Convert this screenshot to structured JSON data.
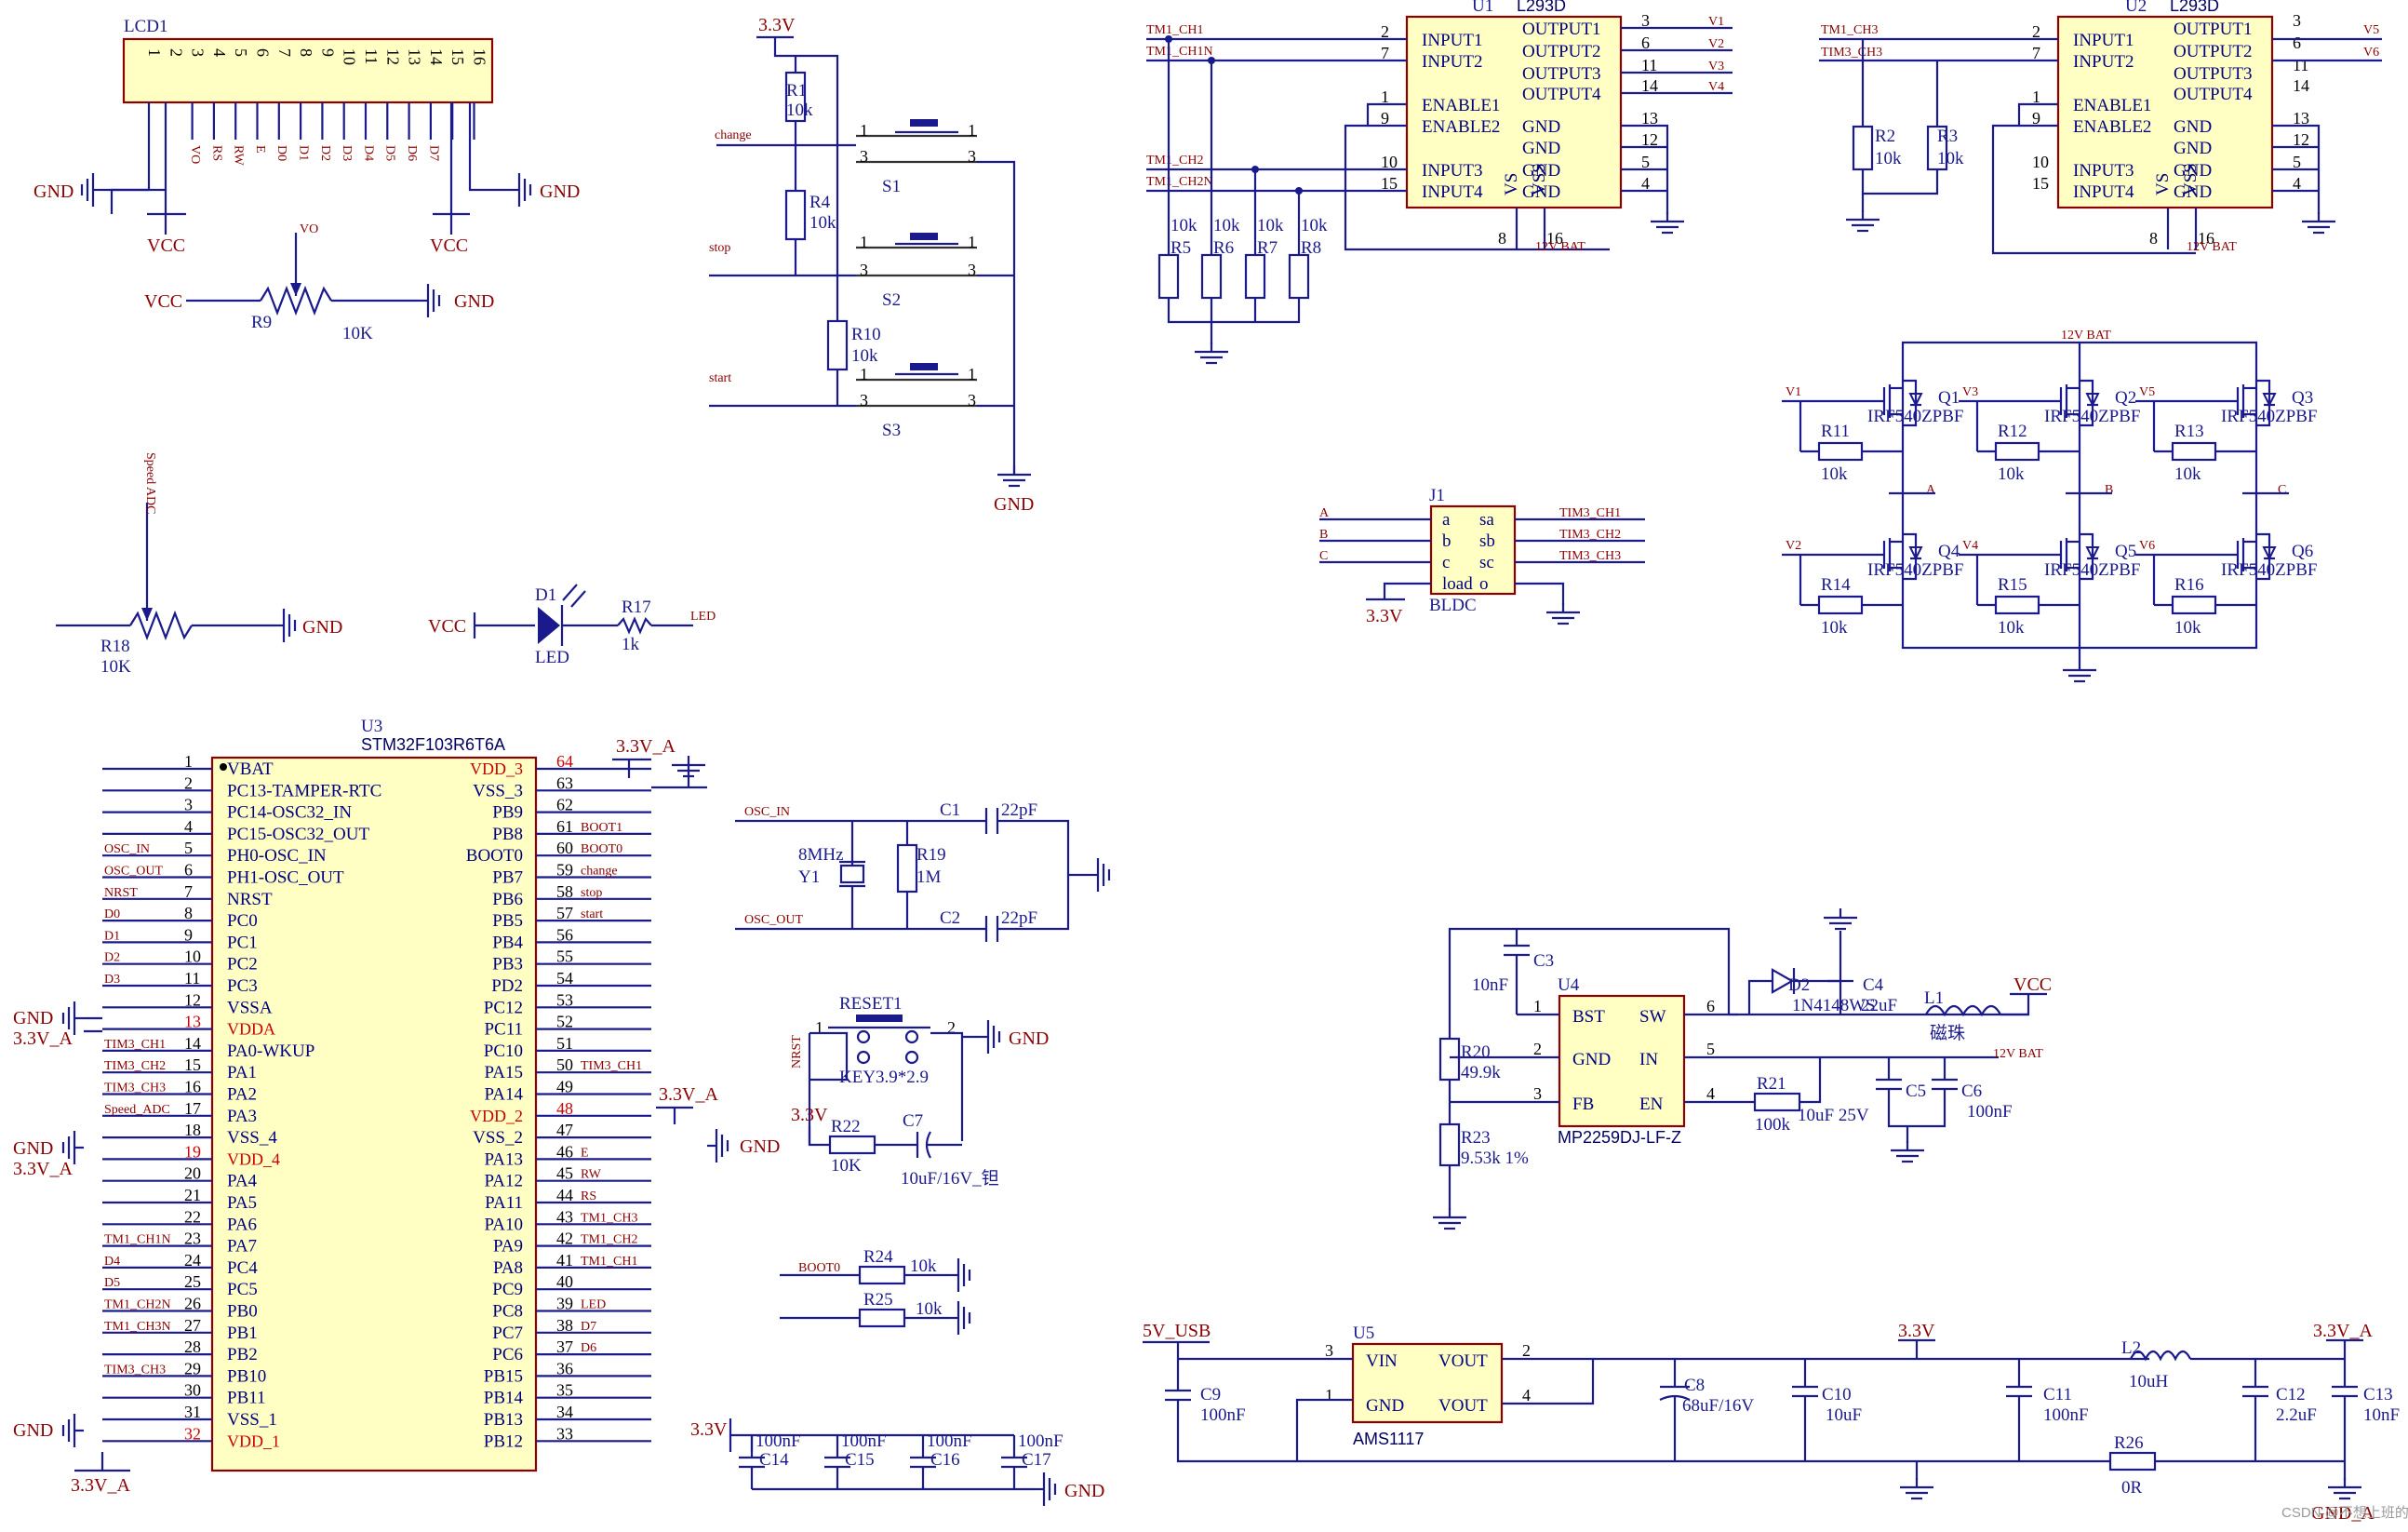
{
  "lcd": {
    "ref": "LCD1",
    "pins": [
      "1",
      "2",
      "3",
      "4",
      "5",
      "6",
      "7",
      "8",
      "9",
      "10",
      "11",
      "12",
      "13",
      "14",
      "15",
      "16"
    ],
    "signals": [
      "VO",
      "RS",
      "RW",
      "E",
      "D0",
      "D1",
      "D2",
      "D3",
      "D4",
      "D5",
      "D6",
      "D7"
    ],
    "gnd": "GND",
    "vcc": "VCC"
  },
  "r9": {
    "ref": "R9",
    "val": "10K",
    "vo": "VO",
    "vcc": "VCC",
    "gnd": "GND"
  },
  "r18": {
    "ref": "R18",
    "val": "10K",
    "net": "Speed ADC",
    "gnd": "GND"
  },
  "led": {
    "vcc": "VCC",
    "ref": "D1",
    "name": "LED",
    "rref": "R17",
    "rval": "1k",
    "net": "LED"
  },
  "buttons": {
    "pwr": "3.3V",
    "r1": "R1",
    "r1v": "10k",
    "r4": "R4",
    "r4v": "10k",
    "r10": "R10",
    "r10v": "10k",
    "n1": "change",
    "n2": "stop",
    "n3": "start",
    "s1": "S1",
    "s2": "S2",
    "s3": "S3",
    "gnd": "GND"
  },
  "u1": {
    "ref": "U1",
    "part": "L293D",
    "left": [
      "INPUT1",
      "INPUT2",
      "ENABLE1",
      "ENABLE2",
      "INPUT3",
      "INPUT4"
    ],
    "right": [
      "OUTPUT1",
      "OUTPUT2",
      "OUTPUT3",
      "OUTPUT4",
      "GND",
      "GND",
      "GND",
      "GND"
    ],
    "lnum": [
      "2",
      "7",
      "1",
      "9",
      "10",
      "15"
    ],
    "rnum": [
      "3",
      "6",
      "11",
      "14",
      "13",
      "12",
      "5",
      "4"
    ],
    "vs": "VS",
    "vss": "VSS",
    "p8": "8",
    "p16": "16",
    "bat": "12V BAT",
    "in": [
      "TM1_CH1",
      "TM1_CH1N",
      "TM1_CH2",
      "TM1_CH2N"
    ],
    "out": [
      "V1",
      "V2",
      "V3",
      "V4"
    ],
    "rs": [
      "R5",
      "R6",
      "R7",
      "R8"
    ],
    "rv": "10k"
  },
  "u2": {
    "ref": "U2",
    "part": "L293D",
    "in": [
      "TM1_CH3",
      "TIM3_CH3"
    ],
    "out": [
      "V5",
      "V6"
    ],
    "r2": "R2",
    "r2v": "10k",
    "r3": "R3",
    "r3v": "10k",
    "bat": "12V BAT"
  },
  "bridge": {
    "bat": "12V BAT",
    "qs": [
      "Q1",
      "Q2",
      "Q3",
      "Q4",
      "Q5",
      "Q6"
    ],
    "mos": "IRF540ZPBF",
    "v": [
      "V1",
      "V3",
      "V5",
      "V2",
      "V4",
      "V6"
    ],
    "rs": [
      "R11",
      "R12",
      "R13",
      "R14",
      "R15",
      "R16"
    ],
    "rv": "10k",
    "phases": [
      "A",
      "B",
      "C"
    ]
  },
  "j1": {
    "ref": "J1",
    "name": "BLDC",
    "left": [
      "a",
      "b",
      "c",
      "load"
    ],
    "right": [
      "sa",
      "sb",
      "sc",
      "o"
    ],
    "lnets": [
      "A",
      "B",
      "C"
    ],
    "rnets": [
      "TIM3_CH1",
      "TIM3_CH2",
      "TIM3_CH3"
    ],
    "pwr": "3.3V"
  },
  "u3": {
    "ref": "U3",
    "part": "STM32F103R6T6A",
    "lnum": [
      "1",
      "2",
      "3",
      "4",
      "5",
      "6",
      "7",
      "8",
      "9",
      "10",
      "11",
      "12",
      "13",
      "14",
      "15",
      "16",
      "17",
      "18",
      "19",
      "20",
      "21",
      "22",
      "23",
      "24",
      "25",
      "26",
      "27",
      "28",
      "29",
      "30",
      "31",
      "32"
    ],
    "lname": [
      "VBAT",
      "PC13-TAMPER-RTC",
      "PC14-OSC32_IN",
      "PC15-OSC32_OUT",
      "PH0-OSC_IN",
      "PH1-OSC_OUT",
      "NRST",
      "PC0",
      "PC1",
      "PC2",
      "PC3",
      "VSSA",
      "VDDA",
      "PA0-WKUP",
      "PA1",
      "PA2",
      "PA3",
      "VSS_4",
      "VDD_4",
      "PA4",
      "PA5",
      "PA6",
      "PA7",
      "PC4",
      "PC5",
      "PB0",
      "PB1",
      "PB2",
      "PB10",
      "PB11",
      "VSS_1",
      "VDD_1"
    ],
    "lnet": [
      "",
      "",
      "",
      "",
      "OSC_IN",
      "OSC_OUT",
      "NRST",
      "D0",
      "D1",
      "D2",
      "D3",
      "",
      "",
      "TIM3_CH1",
      "TIM3_CH2",
      "TIM3_CH3",
      "Speed_ADC",
      "",
      "",
      "",
      "",
      "",
      "TM1_CH1N",
      "D4",
      "D5",
      "TM1_CH2N",
      "TM1_CH3N",
      "",
      "TIM3_CH3",
      "",
      "",
      ""
    ],
    "rnum": [
      "64",
      "63",
      "62",
      "61",
      "60",
      "59",
      "58",
      "57",
      "56",
      "55",
      "54",
      "53",
      "52",
      "51",
      "50",
      "49",
      "48",
      "47",
      "46",
      "45",
      "44",
      "43",
      "42",
      "41",
      "40",
      "39",
      "38",
      "37",
      "36",
      "35",
      "34",
      "33"
    ],
    "rname": [
      "VDD_3",
      "VSS_3",
      "PB9",
      "PB8",
      "BOOT0",
      "PB7",
      "PB6",
      "PB5",
      "PB4",
      "PB3",
      "PD2",
      "PC12",
      "PC11",
      "PC10",
      "PA15",
      "PA14",
      "VDD_2",
      "VSS_2",
      "PA13",
      "PA12",
      "PA11",
      "PA10",
      "PA9",
      "PA8",
      "PC9",
      "PC8",
      "PC7",
      "PC6",
      "PB15",
      "PB14",
      "PB13",
      "PB12"
    ],
    "rnet": [
      "",
      "",
      "",
      "BOOT1",
      "BOOT0",
      "change",
      "stop",
      "start",
      "",
      "",
      "",
      "",
      "",
      "",
      "TIM3_CH1",
      "",
      "",
      "",
      "E",
      "RW",
      "RS",
      "TM1_CH3",
      "TM1_CH2",
      "TM1_CH1",
      "",
      "LED",
      "D7",
      "D6",
      "",
      "",
      "",
      ""
    ],
    "pwr33a": "3.3V_A",
    "gnd": "GND"
  },
  "osc": {
    "in": "OSC_IN",
    "out": "OSC_OUT",
    "c1": "C1",
    "c2": "C2",
    "cv": "22pF",
    "y": "Y1",
    "yv": "8MHz",
    "r": "R19",
    "rv": "1M"
  },
  "reset": {
    "ref": "RESET1",
    "key": "KEY3.9*2.9",
    "nrst": "NRST",
    "gnd": "GND",
    "pwr": "3.3V",
    "r": "R22",
    "rv": "10K",
    "c": "C7",
    "cv": "10uF/16V_钽",
    "p1": "1",
    "p2": "2"
  },
  "boot": {
    "net": "BOOT0",
    "r24": "R24",
    "r25": "R25",
    "rv": "10k"
  },
  "decap": {
    "pwr": "3.3V",
    "caps": [
      "C14",
      "C15",
      "C16",
      "C17"
    ],
    "cv": "100nF",
    "gnd": "GND"
  },
  "u4": {
    "ref": "U4",
    "part": "MP2259DJ-LF-Z",
    "left": [
      "BST",
      "GND",
      "FB"
    ],
    "right": [
      "SW",
      "IN",
      "EN"
    ],
    "lnum": [
      "1",
      "2",
      "3"
    ],
    "rnum": [
      "6",
      "5",
      "4"
    ],
    "c3": "C3",
    "c3v": "10nF",
    "r20": "R20",
    "r20v": "49.9k",
    "r23": "R23",
    "r23v": "9.53k 1%",
    "d2": "D2",
    "d2v": "1N4148WS",
    "c4": "C4",
    "c4v": "22uF",
    "l1": "L1",
    "l1v": "磁珠",
    "vcc": "VCC",
    "bat": "12V BAT",
    "r21": "R21",
    "r21v": "100k",
    "c5": "C5",
    "c5v": "10uF 25V",
    "c6": "C6",
    "c6v": "100nF"
  },
  "u5": {
    "ref": "U5",
    "part": "AMS1117",
    "left": [
      "VIN",
      "GND"
    ],
    "right": [
      "VOUT",
      "VOUT"
    ],
    "lnum": [
      "3",
      "1"
    ],
    "rnum": [
      "2",
      "4"
    ],
    "usb": "5V_USB",
    "c9": "C9",
    "c9v": "100nF",
    "c8": "C8",
    "c8v": "68uF/16V",
    "c10": "C10",
    "c10v": "10uF",
    "out": "3.3V",
    "c11": "C11",
    "c11v": "100nF",
    "l2": "L2",
    "l2v": "10uH",
    "r26": "R26",
    "r26v": "0R",
    "c12": "C12",
    "c12v": "2.2uF",
    "c13": "C13",
    "c13v": "10nF",
    "outa": "3.3V_A",
    "gnda": "GND_A"
  },
  "watermark": "CSDN @不想上班的Eric"
}
